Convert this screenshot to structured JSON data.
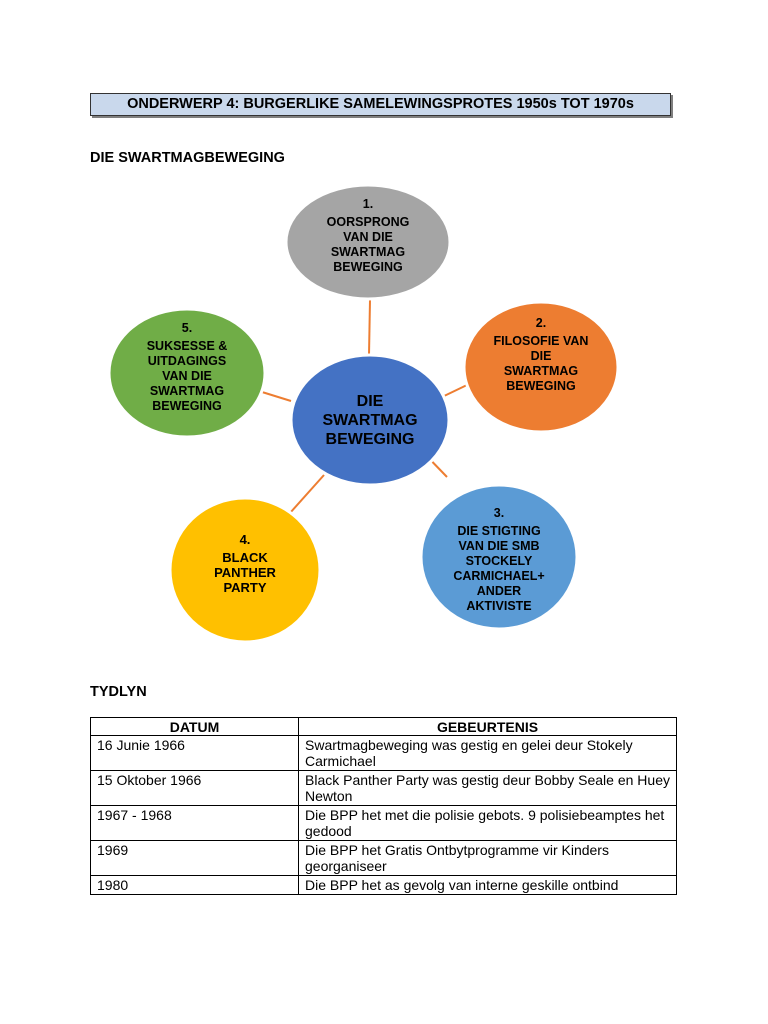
{
  "title": "ONDERWERP 4: BURGERLIKE SAMELEWINGSPROTES 1950s TOT 1970s",
  "section_heading": "DIE SWARTMAGBEWEGING",
  "diagram": {
    "center": {
      "lines": [
        "DIE",
        "SWARTMAG",
        "BEWEGING"
      ],
      "color": "#4472c4"
    },
    "nodes": [
      {
        "number": "1.",
        "lines": [
          "OORSPRONG",
          "VAN DIE",
          "SWARTMAG",
          "BEWEGING"
        ],
        "color": "#a5a5a5"
      },
      {
        "number": "2.",
        "lines": [
          "FILOSOFIE VAN",
          "DIE",
          "SWARTMAG",
          "BEWEGING"
        ],
        "color": "#ed7d31"
      },
      {
        "number": "3.",
        "lines": [
          "DIE STIGTING",
          "VAN DIE SMB",
          "STOCKELY",
          "CARMICHAEL+",
          "ANDER",
          "AKTIVISTE"
        ],
        "color": "#5b9bd5"
      },
      {
        "number": "4.",
        "lines": [
          "BLACK",
          "PANTHER",
          "PARTY"
        ],
        "color": "#ffc000"
      },
      {
        "number": "5.",
        "lines": [
          "SUKSESSE &",
          "UITDAGINGS",
          "VAN DIE",
          "SWARTMAG",
          "BEWEGING"
        ],
        "color": "#70ad47"
      }
    ],
    "connector_color": "#ed7d31"
  },
  "timeline_heading": "TYDLYN",
  "table": {
    "headers": [
      "DATUM",
      "GEBEURTENIS"
    ],
    "rows": [
      [
        "16 Junie 1966",
        "Swartmagbeweging was gestig en gelei deur Stokely Carmichael"
      ],
      [
        "15 Oktober 1966",
        "Black Panther Party was gestig deur Bobby Seale en Huey Newton"
      ],
      [
        "1967 - 1968",
        "Die BPP het met die polisie gebots. 9 polisiebeamptes het gedood"
      ],
      [
        "1969",
        "Die BPP het Gratis Ontbytprogramme vir Kinders georganiseer"
      ],
      [
        "1980",
        "Die BPP het as gevolg van interne geskille ontbind"
      ]
    ]
  }
}
